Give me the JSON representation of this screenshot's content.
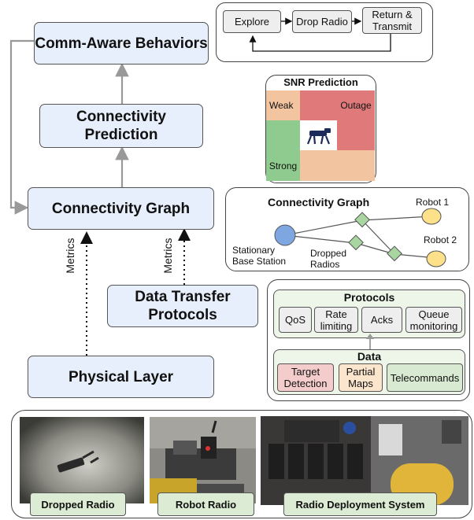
{
  "stack": {
    "comm_aware": "Comm-Aware Behaviors",
    "connectivity_prediction": "Connectivity Prediction",
    "connectivity_graph": "Connectivity Graph",
    "data_transfer": "Data Transfer Protocols",
    "physical_layer": "Physical Layer",
    "metrics_left": "Metrics",
    "metrics_right": "Metrics"
  },
  "behavior_loop": [
    "Explore",
    "Drop Radio",
    "Return & Transmit"
  ],
  "snr": {
    "title": "SNR Prediction",
    "weak": "Weak",
    "outage": "Outage",
    "strong": "Strong",
    "cell_colors": [
      "#f3c4a0",
      "#e07a7a",
      "#e07a7a",
      "#8fca8f",
      "#ffffff",
      "#e07a7a",
      "#8fca8f",
      "#f3c4a0",
      "#f3c4a0"
    ]
  },
  "graph_panel": {
    "title": "Connectivity Graph",
    "base_station": "Stationary Base Station",
    "base_station_line1": "Stationary",
    "base_station_line2": "Base Station",
    "dropped_radios_line1": "Dropped",
    "dropped_radios_line2": "Radios",
    "robot1": "Robot 1",
    "robot2": "Robot 2"
  },
  "protocols": {
    "title": "Protocols",
    "items": [
      "QoS",
      "Rate limiting",
      "Acks",
      "Queue monitoring"
    ]
  },
  "data": {
    "title": "Data",
    "items": [
      "Target Detection",
      "Partial Maps",
      "Telecommands"
    ],
    "colors": [
      "#f4cccc",
      "#fce5cd",
      "#d9ead3"
    ]
  },
  "photos": {
    "labels": [
      "Dropped Radio",
      "Robot Radio",
      "Radio Deployment System"
    ]
  }
}
